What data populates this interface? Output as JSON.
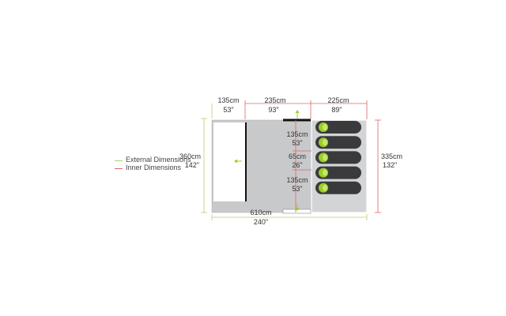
{
  "colors": {
    "external": "#b5cf6b",
    "inner": "#e06666",
    "accent": "#9ccc2a",
    "tent_outer": "#c8c9cb",
    "tent_inner": "#d3d4d6",
    "vestibule_wall": "#111111",
    "sleeping_bag": "#3a3a3c"
  },
  "legend": {
    "external_label": "External Dimensions",
    "inner_label": "Inner Dimensions"
  },
  "top_dims": [
    {
      "cm": "135cm",
      "in": "53\""
    },
    {
      "cm": "235cm",
      "in": "93\""
    },
    {
      "cm": "225cm",
      "in": "89\""
    }
  ],
  "left_dim": {
    "cm": "360cm",
    "in": "142\""
  },
  "right_dim": {
    "cm": "335cm",
    "in": "132\""
  },
  "bottom_dim": {
    "cm": "610cm",
    "in": "240\""
  },
  "middle_dims": [
    {
      "cm": "135cm",
      "in": "53\""
    },
    {
      "cm": "65cm",
      "in": "26\""
    },
    {
      "cm": "135cm",
      "in": "53\""
    }
  ],
  "icons": {
    "entrance_arrow": "arrow-left-icon",
    "door_arrow_top": "arrow-up-icon",
    "door_arrow_bottom": "arrow-down-icon",
    "sleeping_bag": "sleeping-bag-icon"
  },
  "sleeping_bags": 5
}
